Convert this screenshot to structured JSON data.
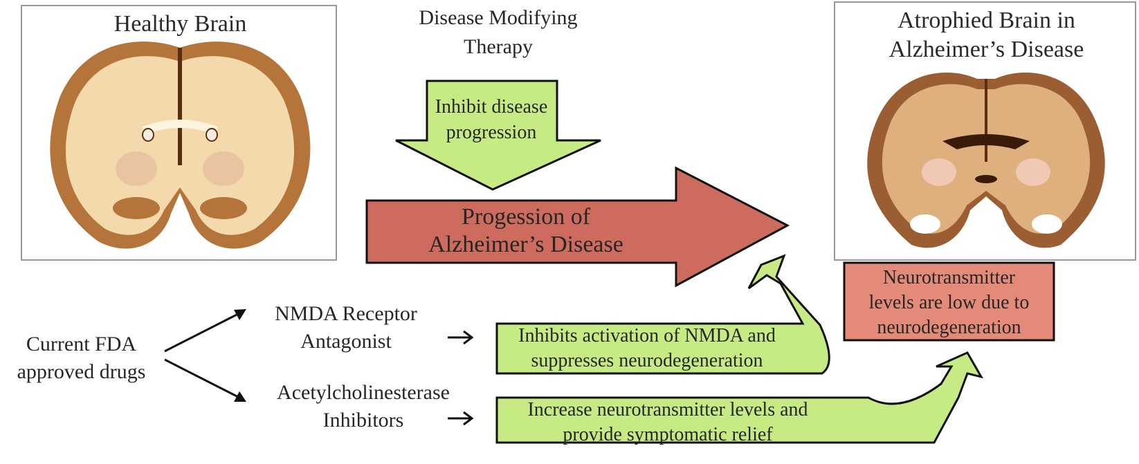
{
  "healthy_brain": {
    "title": "Healthy Brain"
  },
  "atrophied_brain": {
    "title_line1": "Atrophied Brain in",
    "title_line2": "Alzheimer’s Disease"
  },
  "dmt": {
    "title_line1": "Disease Modifying",
    "title_line2": "Therapy",
    "arrow_line1": "Inhibit disease",
    "arrow_line2": "progression"
  },
  "progression": {
    "line1": "Progession of",
    "line2": "Alzheimer’s Disease"
  },
  "neuro_box": {
    "line1": "Neurotransmitter",
    "line2": "levels are low due to",
    "line3": "neurodegeneration"
  },
  "fda": {
    "line1": "Current FDA",
    "line2": "approved drugs"
  },
  "nmda": {
    "line1": "NMDA Receptor",
    "line2": "Antagonist",
    "effect_line1": "Inhibits activation of NMDA and",
    "effect_line2": "suppresses neurodegeneration"
  },
  "ache": {
    "line1": "Acetylcholinesterase",
    "line2": "Inhibitors",
    "effect_line1": "Increase neurotransmitter levels and",
    "effect_line2": "provide symptomatic relief"
  },
  "colors": {
    "green": "#c6eb84",
    "red": "#cd6b5e",
    "salmon": "#e38a78",
    "brain_outer": "#b5743a",
    "brain_inner": "#f4d9ac"
  }
}
